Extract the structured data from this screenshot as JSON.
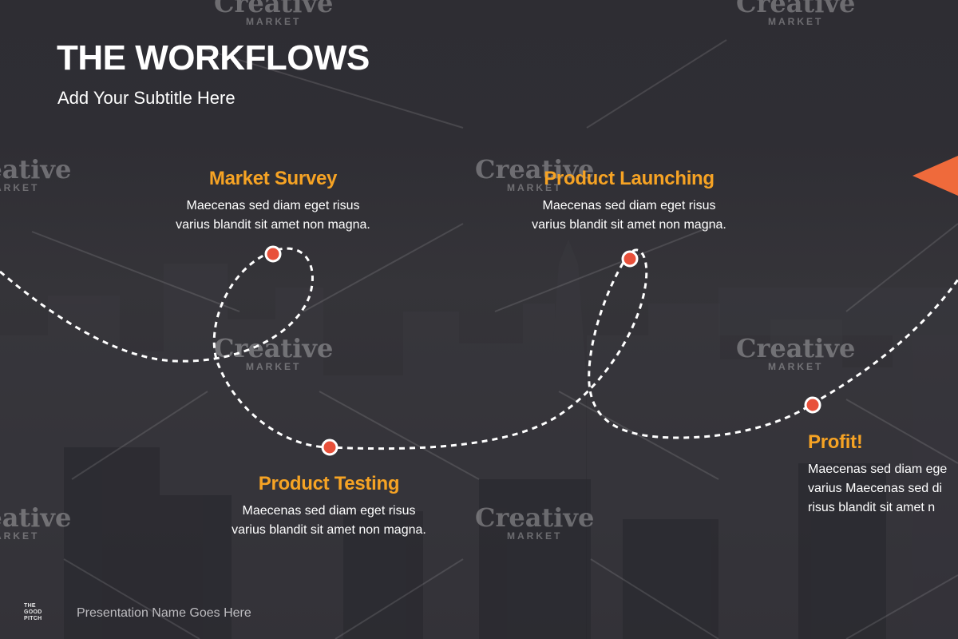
{
  "slide": {
    "title": "THE WORKFLOWS",
    "subtitle": "Add Your Subtitle Here",
    "footer_logo_lines": [
      "THE",
      "GOOD",
      "PITCH"
    ],
    "footer_text": "Presentation Name Goes Here"
  },
  "steps": [
    {
      "title": "Market Survey",
      "line1": "Maecenas sed diam eget risus",
      "line2": "varius blandit sit amet non magna."
    },
    {
      "title": "Product Launching",
      "line1": "Maecenas sed diam eget risus",
      "line2": "varius blandit sit amet non magna."
    },
    {
      "title": "Product Testing",
      "line1": "Maecenas sed diam eget risus",
      "line2": "varius blandit sit amet non magna."
    },
    {
      "title": "Profit!",
      "line1": "Maecenas sed diam ege",
      "line2": "varius Maecenas sed di",
      "line3": "risus blandit sit amet n"
    }
  ],
  "watermark": {
    "word": "Creative",
    "sub": "MARKET"
  },
  "colors": {
    "accent": "#f6a324",
    "marker": "#e8503a",
    "arrow": "#ef6a3b",
    "background": "#2b2a30"
  }
}
